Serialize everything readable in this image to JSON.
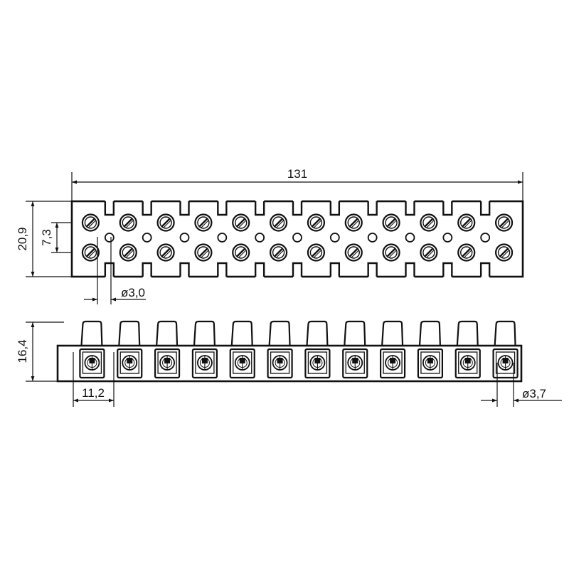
{
  "drawing": {
    "terminal_count": 12,
    "line_color": "#111111",
    "fill_color": "#ffffff",
    "dimensions": {
      "overall_length": "131",
      "height_top_view": "20,9",
      "screw_spacing": "7,3",
      "hole_diameter": "ø3,0",
      "height_side_view": "16,4",
      "pitch": "11,2",
      "wire_hole_diameter": "ø3,7"
    }
  }
}
